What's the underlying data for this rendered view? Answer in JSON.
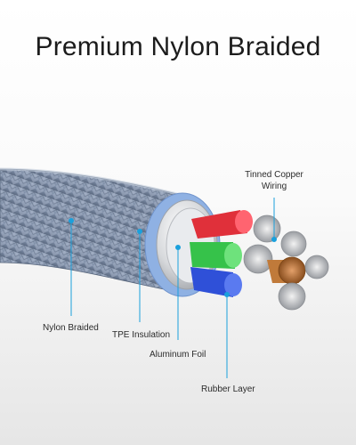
{
  "title": "Premium Nylon Braided",
  "callouts": {
    "nylon_braided": "Nylon Braided",
    "tpe_insulation": "TPE Insulation",
    "aluminum_foil": "Aluminum Foil",
    "rubber_layer": "Rubber Layer",
    "tinned_copper_line1": "Tinned Copper",
    "tinned_copper_line2": "Wiring"
  },
  "colors": {
    "callout_line": "#1aa0dc",
    "braid": "#7e8fa8",
    "rubber_ring": "#8fb1e3",
    "wire_red": "#e0303a",
    "wire_green": "#36c24a",
    "wire_blue": "#2f50d8",
    "wire_copper": "#c07a3a"
  }
}
